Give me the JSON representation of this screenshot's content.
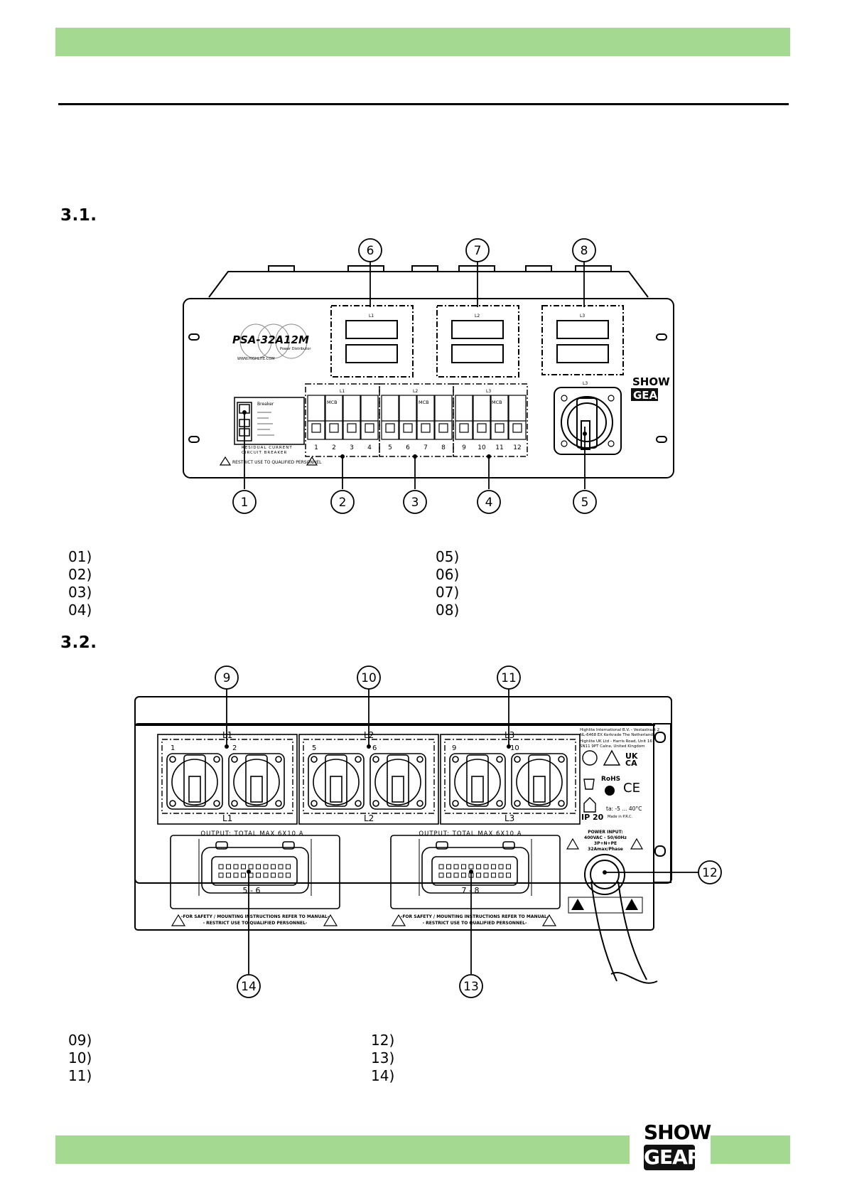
{
  "section_1": {
    "number": "3.1."
  },
  "section_2": {
    "number": "3.2."
  },
  "front": {
    "model": "PSA-32A12M",
    "model_sub": "Power Distributor",
    "website": "WWW.HIGHLITE.COM",
    "rcd_brand": "Breaker",
    "rcd_caption_1": "RESIDUAL CURRENT",
    "rcd_caption_2": "CIRCUIT BREAKER",
    "warning": "RESTRICT USE TO QUALIFIED PERSONNEL",
    "meter_labels": [
      "L1",
      "L2",
      "L3"
    ],
    "mcb_groups": [
      "L1",
      "L2",
      "L3"
    ],
    "mcb_tag": "MCB",
    "mcb_numbers": [
      "1",
      "2",
      "3",
      "4",
      "5",
      "6",
      "7",
      "8",
      "9",
      "10",
      "11",
      "12"
    ],
    "inlet_label": "L3",
    "brand_top": "SHOW",
    "brand_bottom": "GEAR",
    "callouts": [
      "1",
      "2",
      "3",
      "4",
      "5",
      "6",
      "7",
      "8"
    ]
  },
  "rear": {
    "group_labels": [
      "L1",
      "L2",
      "L3"
    ],
    "socket_numbers": [
      "1",
      "2",
      "5",
      "6",
      "9",
      "10"
    ],
    "output_label": "OUTPUT: TOTAL MAX 6X10 A",
    "output_range_1": "5 - 6",
    "output_range_2": "7 - 8",
    "safety_line_1": "-FOR SAFETY / MOUNTING INSTRUCTIONS REFER TO MANUAL-",
    "safety_line_2": "- RESTRICT USE TO QUALIFIED PERSONNEL-",
    "address_1": "Highlite International B.V. - Vestastraat 2",
    "address_2": "NL-6468 EX Kerkrade The Netherlands",
    "address_3": "Highlite UK Ltd - Harris Road, Unit 16",
    "address_4": "SN11 9PT Calne, United Kingdom",
    "ukca_1": "UK",
    "ukca_2": "CA",
    "rohs": "RoHS",
    "ce": "CE",
    "ip": "IP 20",
    "temp": "ta: -5 ... 40°C",
    "made_in": "Made in P.R.C.",
    "power_1": "POWER INPUT:",
    "power_2": "400VAC - 50/60Hz",
    "power_3": "3P+N+PE",
    "power_4": "32Amax/Phase",
    "callouts": [
      "9",
      "10",
      "11",
      "12",
      "13",
      "14"
    ]
  },
  "list_1": [
    [
      "01)",
      "05)"
    ],
    [
      "02)",
      "06)"
    ],
    [
      "03)",
      "07)"
    ],
    [
      "04)",
      "08)"
    ]
  ],
  "list_2": [
    [
      "09)",
      "12)"
    ],
    [
      "10)",
      "13)"
    ],
    [
      "11)",
      "14)"
    ]
  ],
  "footer_logo": {
    "top": "SHOW",
    "bottom": "GEAR"
  }
}
